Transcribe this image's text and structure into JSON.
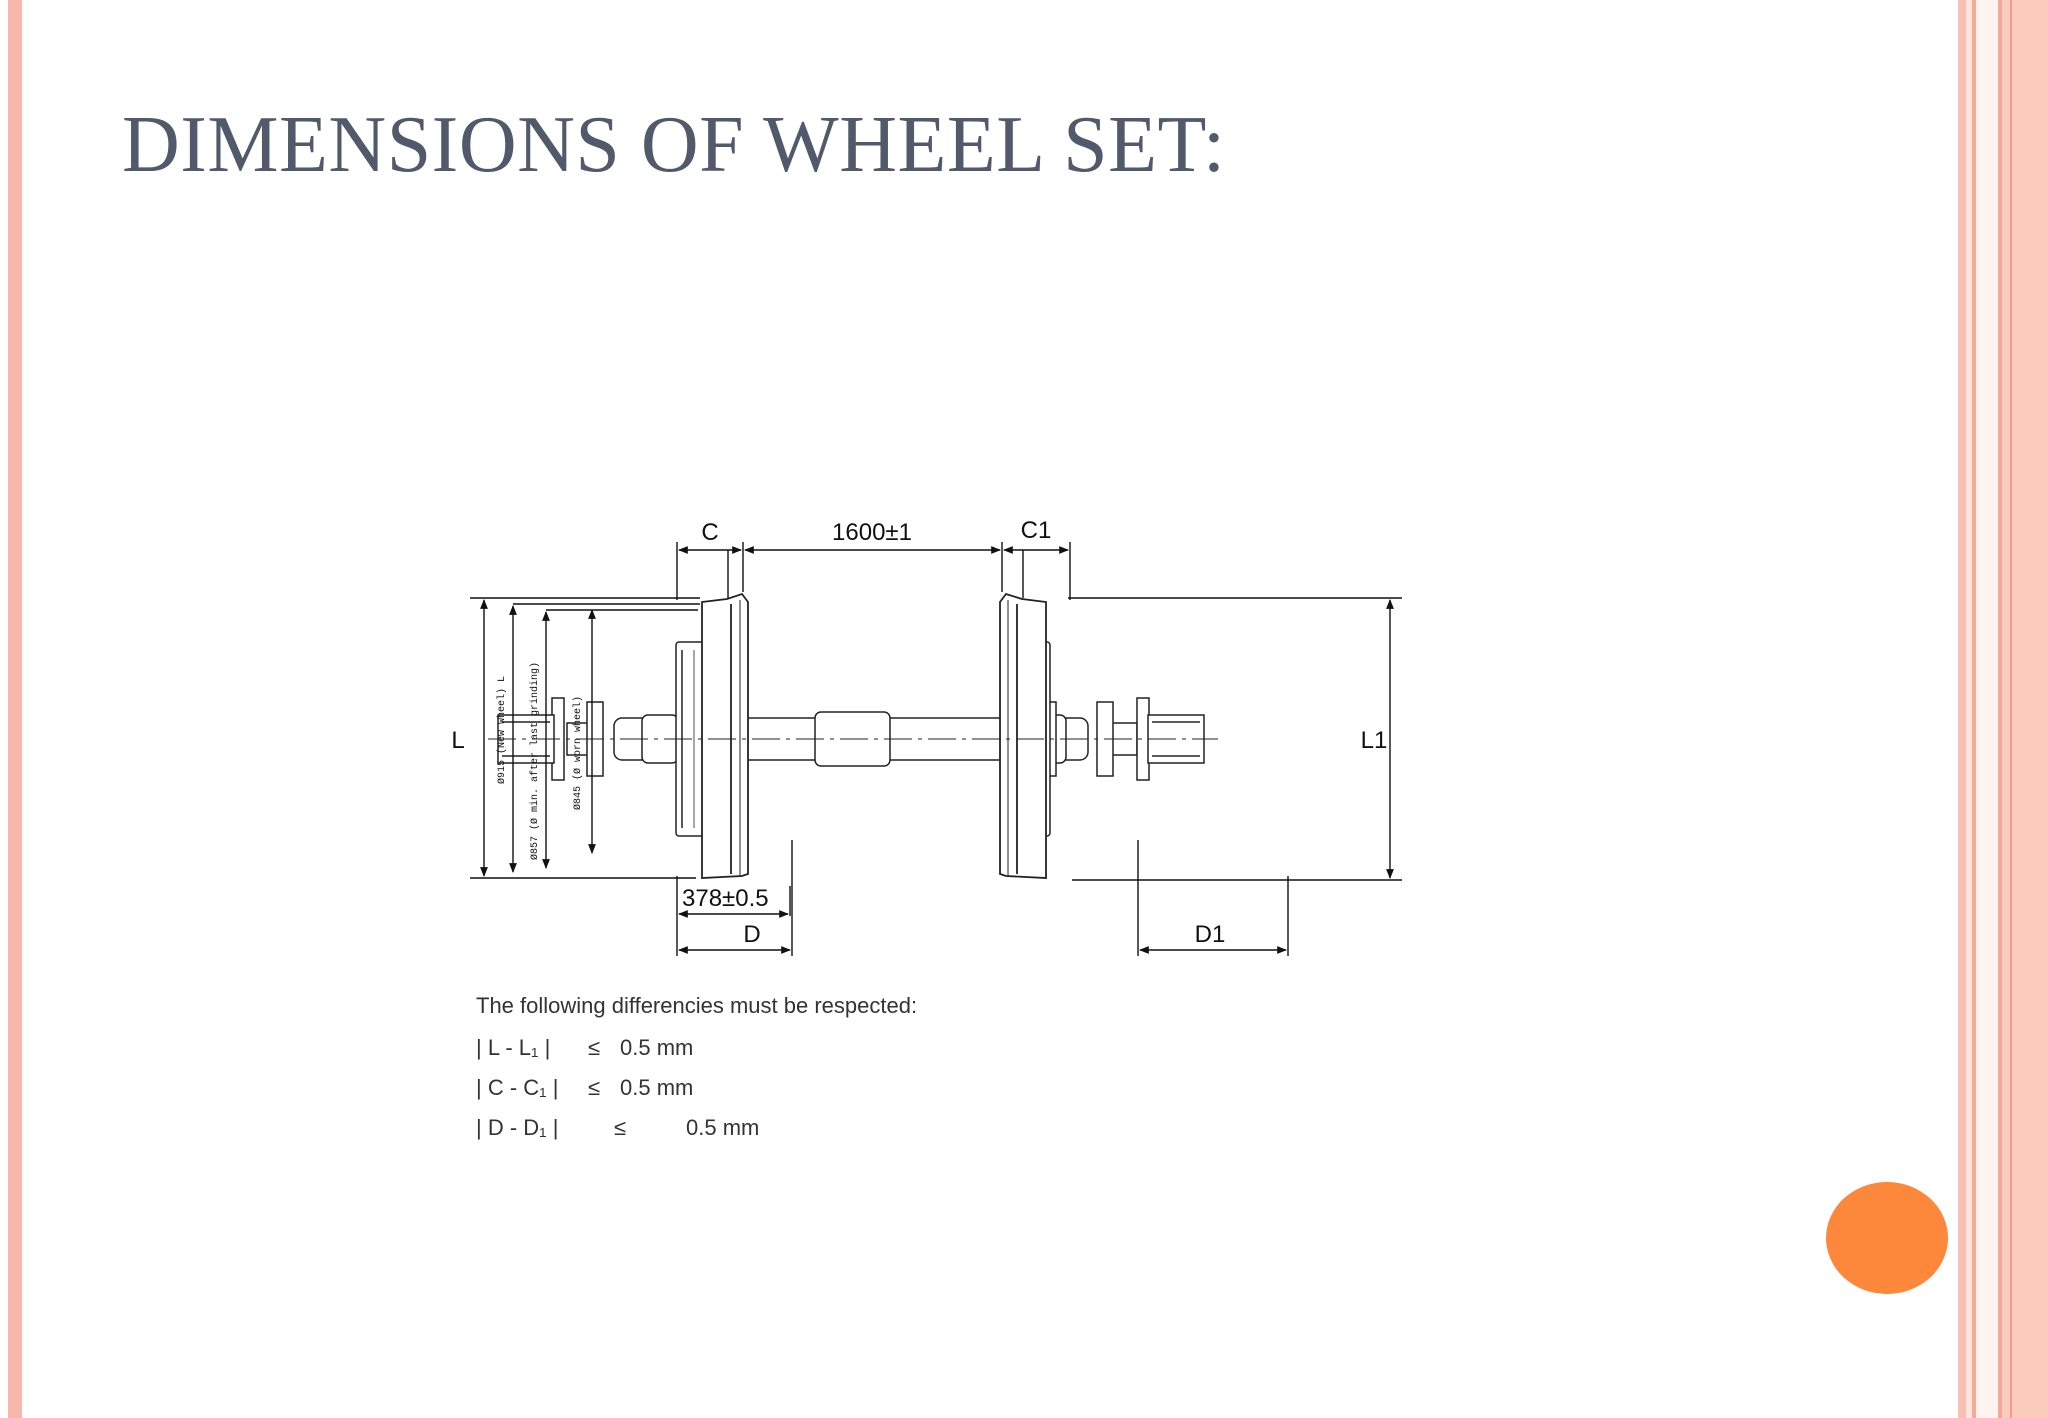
{
  "slide": {
    "title": "DIMENSIONS OF WHEEL SET:"
  },
  "diagram": {
    "labels": {
      "c": "C",
      "c1": "C1",
      "track": "1600±1",
      "l": "L",
      "l1": "L1",
      "d": "D",
      "d1": "D1",
      "offset": "378±0.5"
    },
    "diameter_notes": [
      "Ø915 (New wheel) L",
      "Ø857 (Ø min. after last grinding)",
      "Ø845 (Ø worn wheel)"
    ]
  },
  "notes": {
    "intro": "The following differencies must be respected:",
    "rows": [
      {
        "expr": "| L - L₁ |",
        "sym": "≤",
        "val": "0.5 mm"
      },
      {
        "expr": "| C - C₁ |",
        "sym": "≤",
        "val": "0.5 mm"
      },
      {
        "expr": "| D - D₁ |",
        "sym": "≤",
        "val": "0.5 mm"
      }
    ]
  },
  "colors": {
    "title": "#515a6b",
    "accent_orange": "#fd873a",
    "border_pink": "#f7b7ad"
  }
}
